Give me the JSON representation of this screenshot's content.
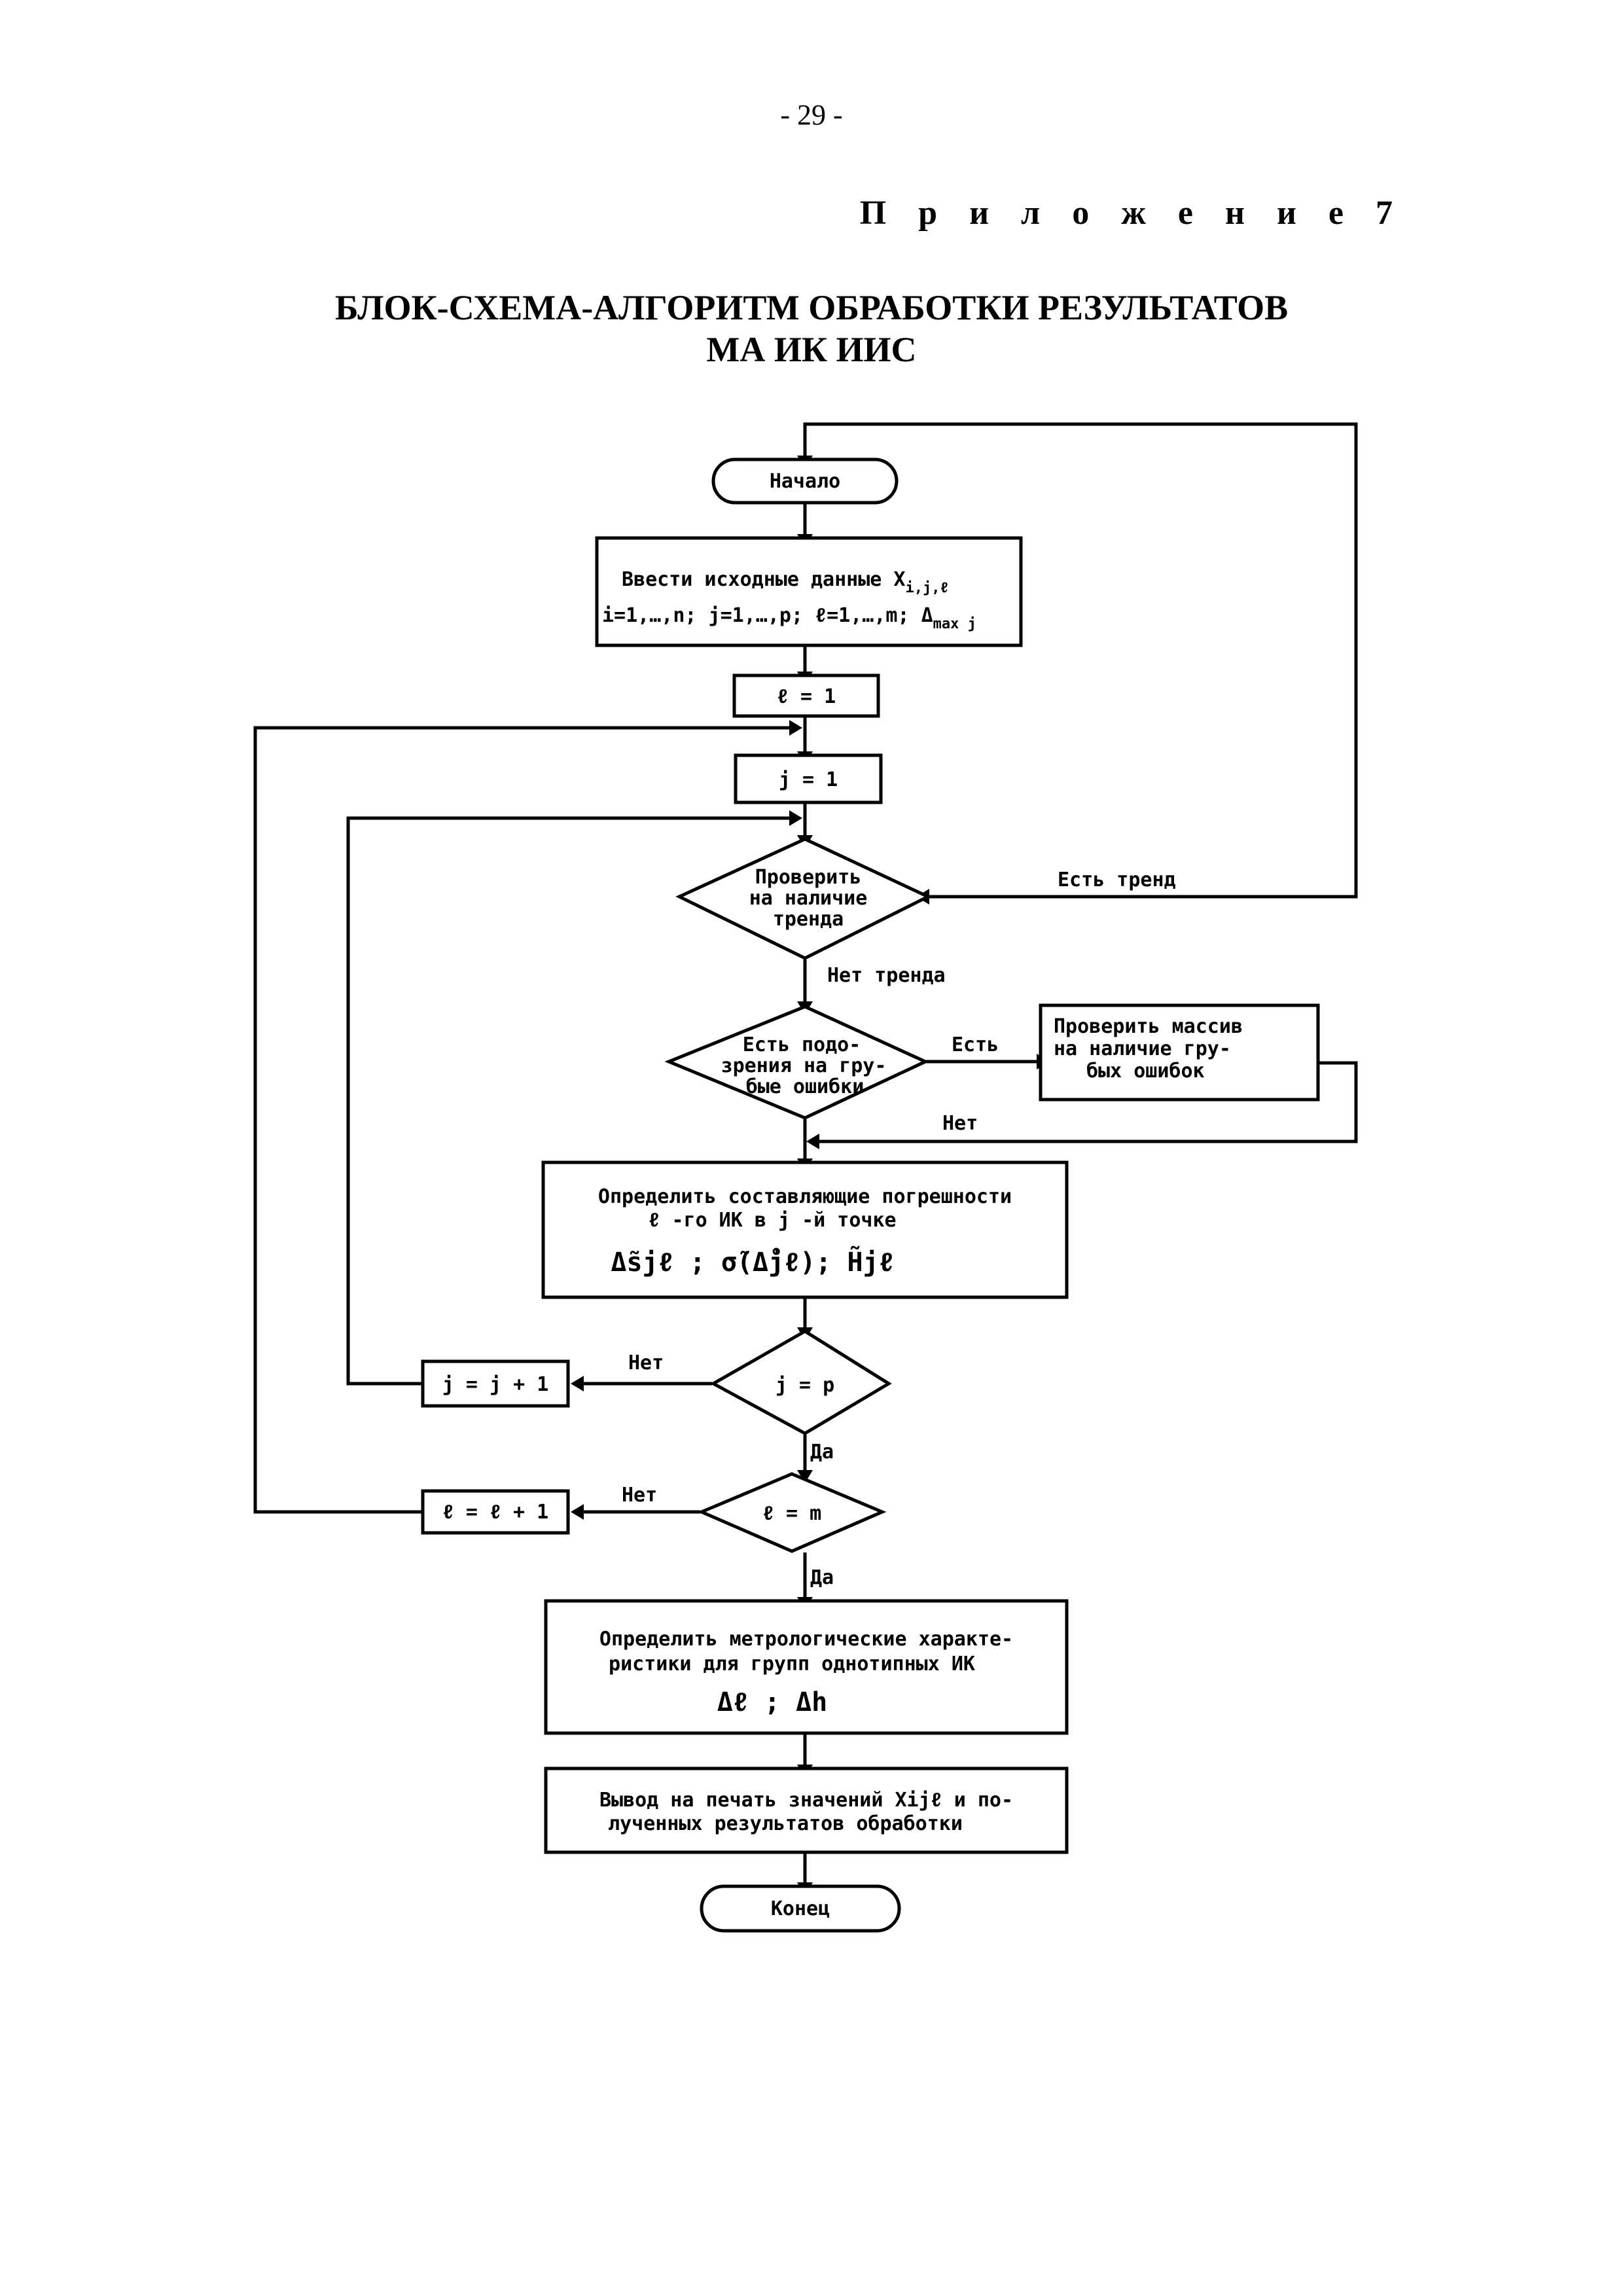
{
  "page": {
    "number": "- 29 -",
    "appendix": "П р и л о ж е н и е 7",
    "title_line1": "БЛОК-СХЕМА-АЛГОРИТМ ОБРАБОТКИ РЕЗУЛЬТАТОВ",
    "title_line2": "МА ИК ИИС"
  },
  "diagram": {
    "start": "Начало",
    "input_line1": "Ввести исходные данные X",
    "input_sub": "i,j,ℓ",
    "input_line2": "i=1,…,n; j=1,…,p; ℓ=1,…,m; Δ",
    "input_line2_sub": "max j",
    "init_l": "ℓ = 1",
    "init_j": "j = 1",
    "trend_check_line1": "Проверить",
    "trend_check_line2": "на наличие",
    "trend_check_line3": "тренда",
    "trend_yes": "Есть тренд",
    "trend_no": "Нет тренда",
    "suspect_line1": "Есть подо-",
    "suspect_line2": "зрения на гру-",
    "suspect_line3": "бые ошибки",
    "suspect_yes": "Есть",
    "suspect_no": "Нет",
    "check_array_line1": "Проверить массив",
    "check_array_line2": "на наличие гру-",
    "check_array_line3": "бых ошибок",
    "components_line1": "Определить составляющие погрешности",
    "components_line2": "ℓ -го ИК в j -й точке",
    "components_line3": "Δ̃sjℓ ;  σ̃(Δ̊jℓ);  H̃jℓ",
    "cond_j": "j = p",
    "inc_j": "j = j + 1",
    "cond_j_no": "Нет",
    "cond_j_yes": "Да",
    "cond_l": "ℓ = m",
    "inc_l": "ℓ = ℓ + 1",
    "cond_l_no": "Нет",
    "cond_l_yes": "Да",
    "metro_line1": "Определить метрологические характе-",
    "metro_line2": "ристики для групп однотипных ИК",
    "metro_line3": "Δℓ   ;  Δh",
    "print_line1": "Вывод на печать значений Xijℓ  и по-",
    "print_line2": "лученных результатов обработки",
    "end": "Конец"
  }
}
